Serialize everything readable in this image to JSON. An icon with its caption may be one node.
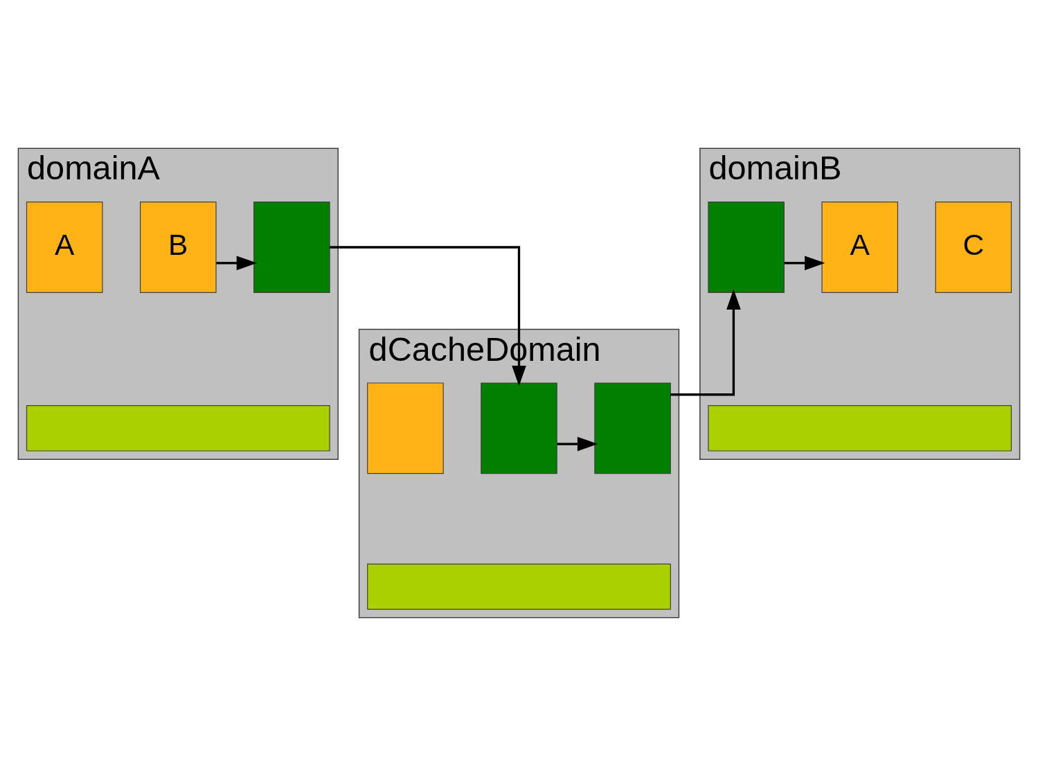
{
  "diagram": {
    "nodes": [
      {
        "text": [
          "domainA"
        ]
      },
      {
        "text": [
          "A"
        ],
        "in": 0
      },
      {
        "text": [
          "B"
        ],
        "in": 0
      },
      {
        "text": [],
        "shape": "box",
        "in": 0
      },
      {
        "text": [],
        "shape": "bar",
        "in": 0
      },
      {
        "text": [
          "domainB"
        ]
      },
      {
        "text": [],
        "shape": "box",
        "in": 5
      },
      {
        "text": [
          "A"
        ],
        "in": 5
      },
      {
        "text": [
          "C"
        ],
        "in": 5
      },
      {
        "text": [],
        "shape": "bar",
        "in": 5
      },
      {
        "text": [
          "dCacheDomain"
        ]
      },
      {
        "text": [],
        "shape": "box",
        "in": 10
      },
      {
        "text": [],
        "shape": "box",
        "in": 10
      },
      {
        "text": [],
        "shape": "box",
        "in": 10
      },
      {
        "text": [],
        "shape": "bar",
        "in": 10
      }
    ],
    "edges": [
      {
        "from": 2,
        "to": 3,
        "arrow": "to"
      },
      {
        "from": 3,
        "to": 12,
        "arrow": "to"
      },
      {
        "from": 13,
        "to": 6,
        "arrow": "to"
      },
      {
        "from": 6,
        "to": 7,
        "arrow": "to"
      },
      {
        "from": 12,
        "to": 13,
        "arrow": "to"
      }
    ]
  }
}
